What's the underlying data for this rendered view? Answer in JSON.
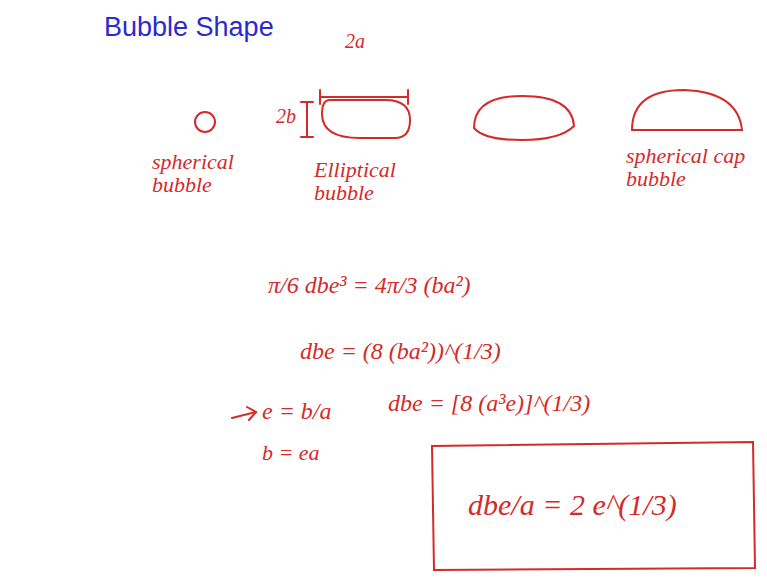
{
  "diagram": {
    "title": "Bubble Shape",
    "labels": [
      "2a",
      "2b",
      "spherical bubble",
      "Elliptical bubble",
      "spherical cap bubble",
      "π/6 dbe³ = 4π/3 (ba²)",
      "dbe = (8 (ba²))^(1/3)",
      "e = b/a",
      "b = ea",
      "dbe = [8 (a³e)]^(1/3)",
      "dbe/a = 2 e^(1/3)"
    ]
  }
}
